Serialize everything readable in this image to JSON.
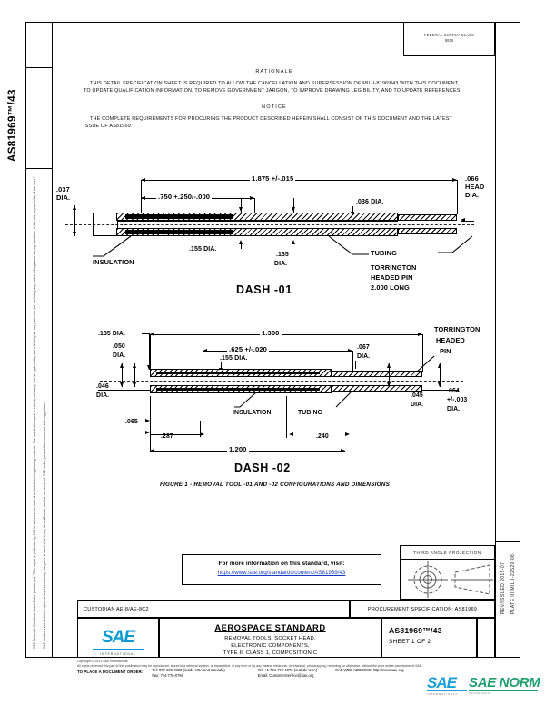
{
  "document": {
    "standard_id": "AS81969™/43",
    "fsc_line1": "FEDERAL SUPPLY CLASS",
    "fsc_line2": "5935",
    "side_left_disclaimer": "SAE Technical Standards Board Rules provide that: “This report is published by SAE to advance the state of technical and engineering sciences. The use of this report is entirely voluntary, and its applicability and suitability for any particular use, including any patent infringement arising therefrom, is the sole responsibility of the user.”",
    "side_left_disclaimer2": "SAE reviews each technical report at least once every five years at which time it may be reaffirmed, revised, or cancelled. SAE invites your written comments and suggestions.",
    "side_right_rev": "REV/ISSUED 2015-07",
    "side_right_plate": "PLATE III MIL-I-22520-08"
  },
  "rationale": {
    "heading": "RATIONALE",
    "body": "THIS DETAIL SPECIFICATION SHEET IS REQUIRED TO ALLOW THE CANCELLATION AND SUPERSESSION OF MIL-I-81969/43 WITH THIS DOCUMENT, TO UPDATE QUALIFICATION INFORMATION, TO REMOVE GOVERNMENT JARGON, TO IMPROVE DRAWING LEGIBILITY, AND TO UPDATE REFERENCES."
  },
  "notice": {
    "heading": "NOTICE",
    "body": "THE COMPLETE REQUIREMENTS FOR PROCURING THE PRODUCT DESCRIBED HEREIN SHALL CONSIST OF THIS DOCUMENT AND THE LATEST ISSUE OF AS81969"
  },
  "figure": {
    "caption": "FIGURE 1 - REMOVAL TOOL -01 AND -02 CONFIGURATIONS AND DIMENSIONS",
    "dash01": {
      "title": "DASH -01",
      "dim_overall": "1.875 +/-.015",
      "dim_insulation_len": ".750 +.250/-.000",
      "dim_left_dia": ".037\nDIA.",
      "dim_left_dia_l1": ".037",
      "dim_left_dia_l2": "DIA.",
      "dim_head_dia_l1": ".066",
      "dim_head_dia_l2": "HEAD",
      "dim_head_dia_l3": "DIA.",
      "dim_036": ".036 DIA.",
      "dim_155": ".155 DIA.",
      "dim_135_l1": ".135",
      "dim_135_l2": "DIA.",
      "label_insulation": "INSULATION",
      "label_tubing": "TUBING",
      "label_pin_l1": "TORRINGTON",
      "label_pin_l2": "HEADED PIN",
      "label_pin_l3": "2.000 LONG"
    },
    "dash02": {
      "title": "DASH -02",
      "dim_135": ".135 DIA.",
      "dim_050_l1": ".050",
      "dim_050_l2": "DIA.",
      "dim_046_l1": ".046",
      "dim_046_l2": "DIA.",
      "dim_065": ".065",
      "dim_287": ".287",
      "dim_1300": "1.300",
      "dim_625": ".625 +/-.020",
      "dim_155": ".155 DIA.",
      "dim_067_l1": ".067",
      "dim_067_l2": "DIA.",
      "dim_045_l1": ".045",
      "dim_045_l2": "DIA.",
      "dim_064_l1": ".064",
      "dim_064_l2": "+/-.003",
      "dim_064_l3": "DIA.",
      "dim_240": ".240",
      "dim_1200": "1.200",
      "label_insulation": "INSULATION",
      "label_tubing": "TUBING",
      "label_pin_l1": "TORRINGTON",
      "label_pin_l2": "HEADED",
      "label_pin_l3": "PIN"
    }
  },
  "url_box": {
    "line1": "For more information on this standard, visit:",
    "url": "https://www.sae.org/standards/content/AS81969/43"
  },
  "projection_box": {
    "title": "THIRD ANGLE PROJECTION"
  },
  "title_block": {
    "custodian": "CUSTODIAN  AE-8/AE-8C2",
    "procurement": "PROCUREMENT SPECIFICATION: AS81969",
    "standard_type": "AEROSPACE STANDARD",
    "title_line1": "REMOVAL TOOLS, SOCKET HEAD,",
    "title_line2": "ELECTRONIC COMPONENTS,",
    "title_line3": "TYPE II, CLASS 1, COMPOSITION C",
    "number": "AS81969™/43",
    "sheet": "SHEET 1 OF 2",
    "logo_text": "SAE",
    "logo_sub": "INTERNATIONAL"
  },
  "footer": {
    "copyright": "Copyright © 2021 SAE International",
    "rights": "All rights reserved. No part of this publication may be reproduced, stored in a retrieval system, or transmitted, in any form or by any means, electronic, mechanical, photocopying, recording, or otherwise, without the prior written permission of SAE.",
    "order_label": "TO PLACE A DOCUMENT ORDER:",
    "tel_us": "Tel: 877-606-7323 (inside USA and Canada)",
    "tel_intl": "Tel: +1 724-776-4970 (outside USA)",
    "fax": "Fax: 724-776-0790",
    "email": "Email: CustomerService@sae.org",
    "web_label": "SAE WEB ADDRESS:",
    "web": "http://www.sae.org"
  },
  "watermark": {
    "sae": "SAE",
    "sae_sub": "INTERNATIONAL",
    "norm": "SAE NORM",
    "norm_sub": "STANDARDS"
  },
  "colors": {
    "sae_blue": "#0b9ad4",
    "link_blue": "#1139c4",
    "norm_green": "#1f9e6e",
    "line": "#000000"
  }
}
